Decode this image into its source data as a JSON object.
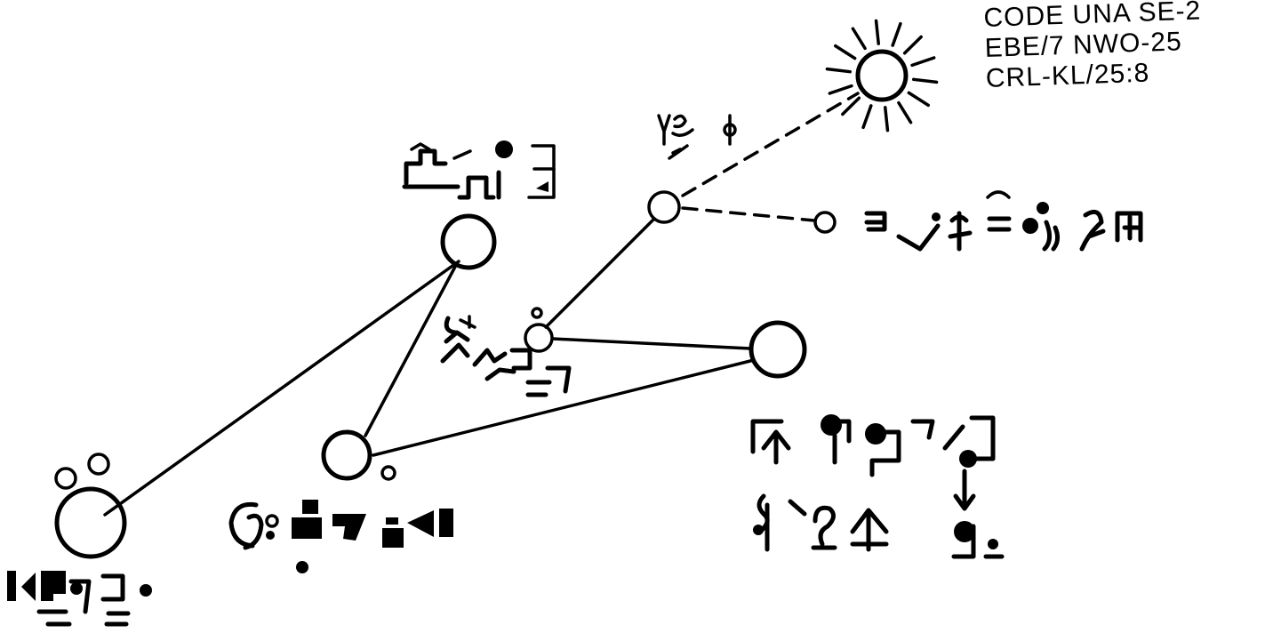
{
  "code": {
    "lines": [
      "CODE UNA SE-2",
      "EBE/7 NWO-25",
      "CRL-KL/25:8"
    ]
  },
  "colors": {
    "ink": "#000000",
    "paper": "#ffffff"
  }
}
